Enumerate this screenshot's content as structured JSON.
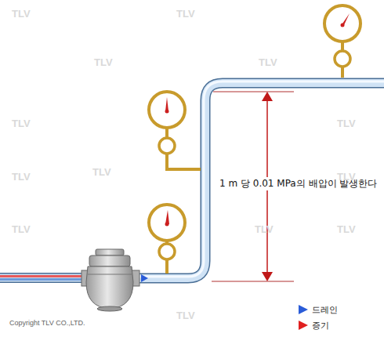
{
  "diagram": {
    "labels": [
      "1 m 당 0.01 MPa의 배압이 발생한다",
      "Copyright TLV CO.,LTD.",
      "TLV",
      "TLV",
      "TLV",
      "TLV",
      "TLV",
      "TLV",
      "TLV",
      "TLV",
      "TLV",
      "TLV",
      "TLV",
      "TLV",
      "TLV"
    ],
    "legend": [
      {
        "text": "드레인",
        "color": "#2a5cd8"
      },
      {
        "text": "증기",
        "color": "#e02020"
      }
    ]
  }
}
